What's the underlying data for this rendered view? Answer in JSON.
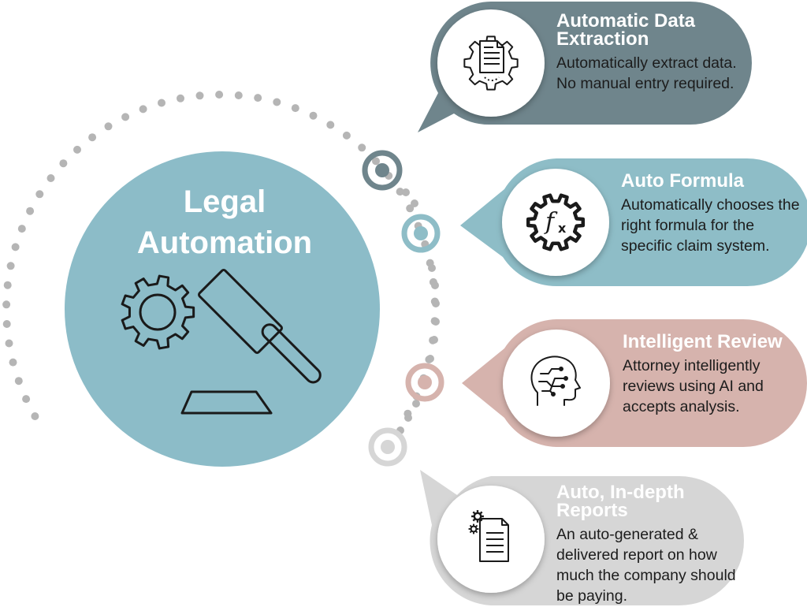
{
  "main": {
    "title_line1": "Legal",
    "title_line2": "Automation"
  },
  "colors": {
    "main_circle": "#8cbcc8",
    "extraction": "#6f858c",
    "formula": "#8ebdc7",
    "review": "#d6b3ad",
    "reports": "#d6d6d6",
    "dots": "#b5b5b5",
    "icon_stroke": "#1a1a1a"
  },
  "features": [
    {
      "title": "Automatic Data Extraction",
      "description": "Automatically extract data. No manual entry required.",
      "icon": "document-gear-icon"
    },
    {
      "title": "Auto Formula",
      "description": "Automatically chooses the right formula for the specific claim system.",
      "icon": "fx-gear-icon"
    },
    {
      "title": "Intelligent Review",
      "description": "Attorney intelligently reviews using AI and accepts analysis.",
      "icon": "ai-head-icon"
    },
    {
      "title": "Auto, In-depth Reports",
      "description": "An auto-generated & delivered report on how much the company should be paying.",
      "icon": "report-gears-icon"
    }
  ]
}
